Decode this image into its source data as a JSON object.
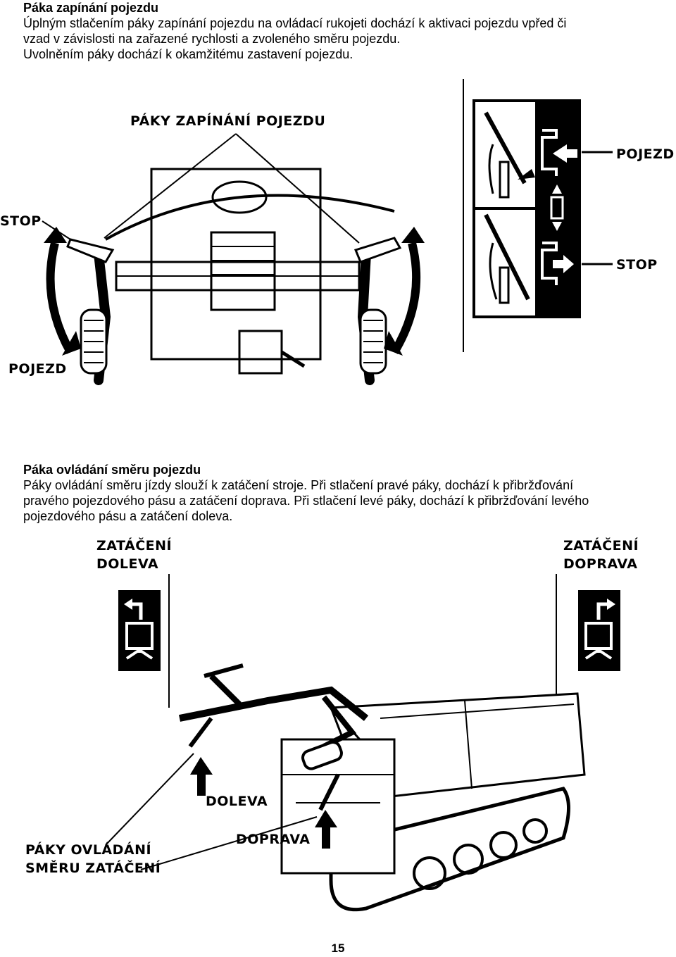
{
  "section1": {
    "heading": "Páka zapínání pojezdu",
    "lines": [
      "Úplným stlačením páky zapínání pojezdu na ovládací rukojeti dochází k aktivaci pojezdu vpřed či",
      "vzad v závislosti na zařazené rychlosti a zvoleného směru pojezdu.",
      "Uvolněním páky dochází k okamžitému zastavení pojezdu."
    ]
  },
  "figure1": {
    "title": "PÁKY ZAPÍNÁNÍ POJEZDU",
    "stop_left": "STOP",
    "pojezd_left": "POJEZD",
    "pojezd_right": "POJEZD",
    "stop_right": "STOP"
  },
  "section2": {
    "heading": "Páka ovládání směru pojezdu",
    "lines": [
      "Páky ovládání směru jízdy slouží k zatáčení stroje. Při stlačení pravé páky, dochází k přibržďování",
      "pravého pojezdového pásu a zatáčení doprava. Při stlačení levé páky, dochází k přibržďování levého",
      "pojezdového pásu a zatáčení doleva."
    ]
  },
  "figure2": {
    "left_line1": "ZATÁČENÍ",
    "left_line2": "DOLEVA",
    "right_line1": "ZATÁČENÍ",
    "right_line2": "DOPRAVA",
    "doleva": "DOLEVA",
    "doprava": "DOPRAVA",
    "levers_line1": "PÁKY OVLÁDÁNÍ",
    "levers_line2": "SMĚRU ZATÁČENÍ"
  },
  "page_number": "15"
}
